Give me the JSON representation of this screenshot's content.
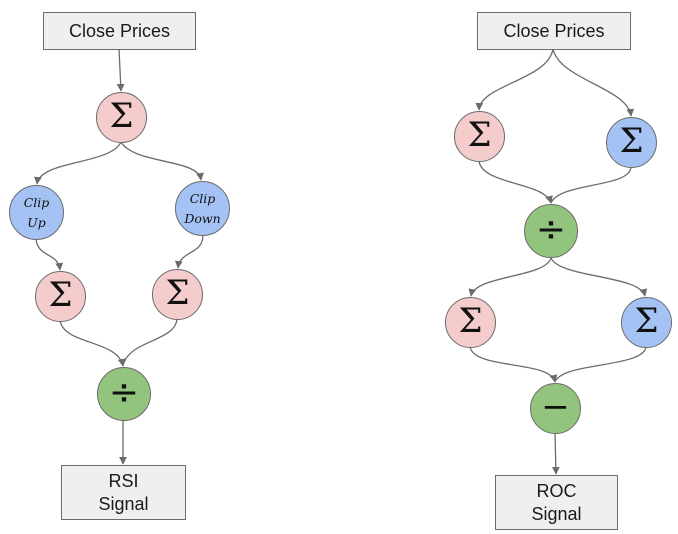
{
  "colors": {
    "sum_pink": "#f4cccc",
    "sum_blue": "#a4c2f4",
    "operator_green": "#93c47d",
    "box_fill": "#efefef",
    "stroke": "#6b6b6b"
  },
  "rsi": {
    "input_label": "Close Prices",
    "sum_top": {
      "symbol": "Σ",
      "icon": "sigma-icon"
    },
    "clip_up": {
      "line1": "Clip",
      "line2": "Up"
    },
    "clip_down": {
      "line1": "Clip",
      "line2": "Down"
    },
    "sum_left": {
      "symbol": "Σ",
      "icon": "sigma-icon"
    },
    "sum_right": {
      "symbol": "Σ",
      "icon": "sigma-icon"
    },
    "divide": {
      "symbol": "÷",
      "icon": "divide-icon"
    },
    "output_line1": "RSI",
    "output_line2": "Signal"
  },
  "roc": {
    "input_label": "Close Prices",
    "sum_a_pink": {
      "symbol": "Σ",
      "icon": "sigma-icon"
    },
    "sum_a_blue": {
      "symbol": "Σ",
      "icon": "sigma-icon"
    },
    "divide": {
      "symbol": "÷",
      "icon": "divide-icon"
    },
    "sum_b_pink": {
      "symbol": "Σ",
      "icon": "sigma-icon"
    },
    "sum_b_blue": {
      "symbol": "Σ",
      "icon": "sigma-icon"
    },
    "subtract": {
      "symbol": "−",
      "icon": "minus-icon"
    },
    "output_line1": "ROC",
    "output_line2": "Signal"
  }
}
